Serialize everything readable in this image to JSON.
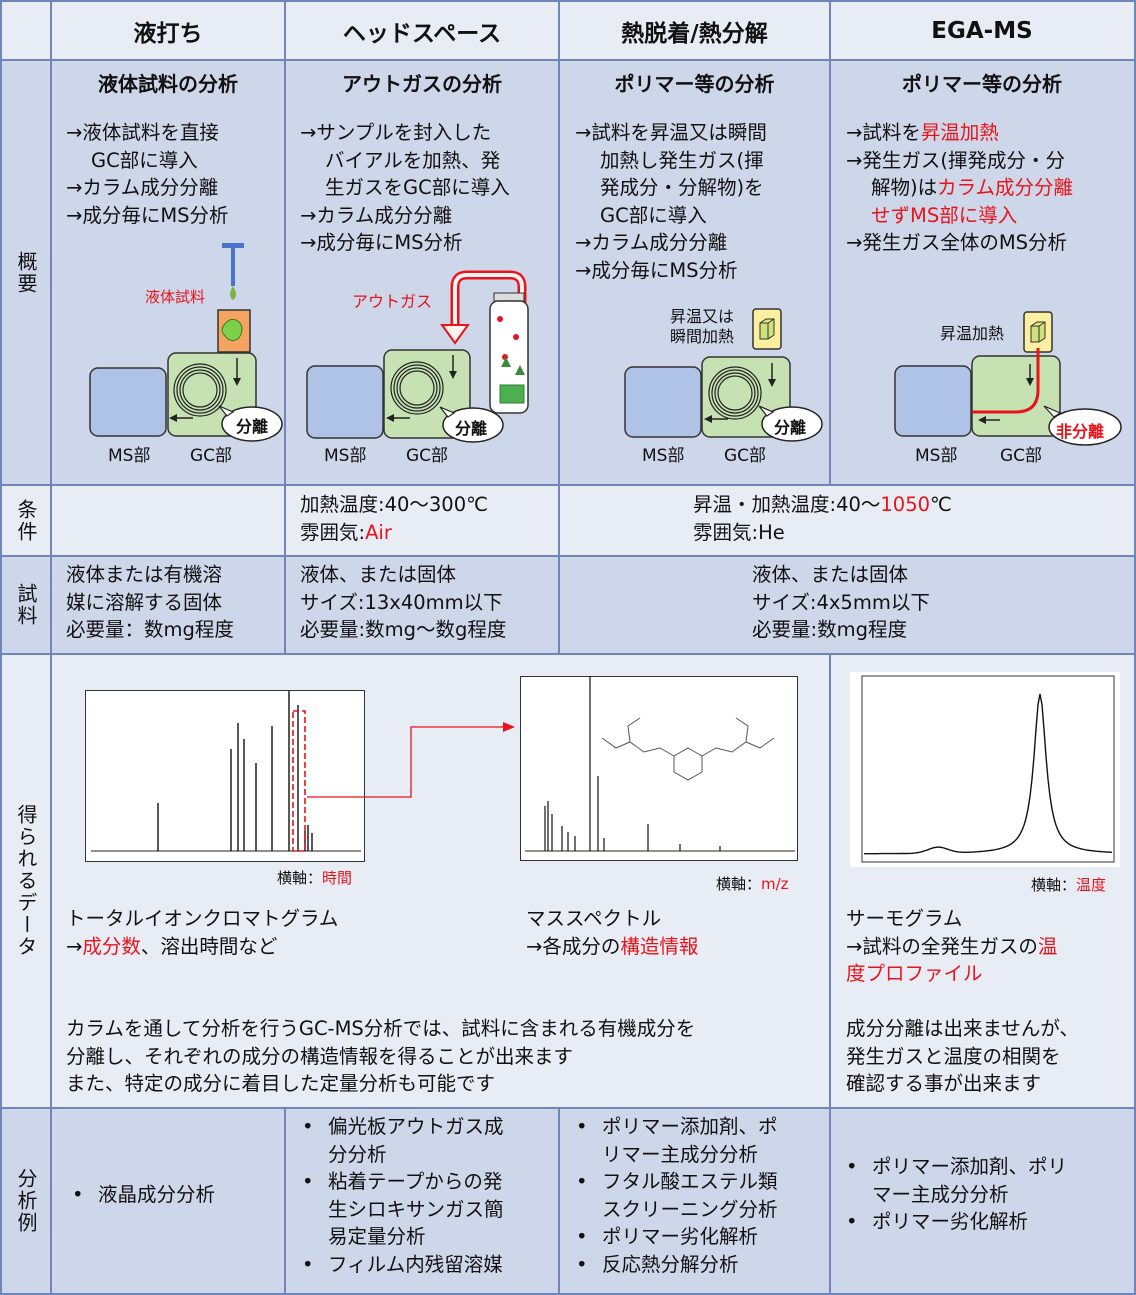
{
  "headers": [
    "液打ち",
    "ヘッドスペース",
    "熱脱着/熱分解",
    "EGA-MS"
  ],
  "row_labels": {
    "overview": "概要",
    "conditions": "条件",
    "sample": "試料",
    "data": "得られるデータ",
    "examples": "分析例"
  },
  "overview": {
    "liquid": {
      "title": "液体試料の分析",
      "line1": "→液体試料を直接",
      "line2": "GC部に導入",
      "line3": "→カラム成分分離",
      "line4": "→成分毎にMS分析",
      "sample_label": "液体試料",
      "bubble": "分離",
      "ms_label": "MS部",
      "gc_label": "GC部"
    },
    "headspace": {
      "title": "アウトガスの分析",
      "line1": "→サンプルを封入した",
      "line2": "バイアルを加熱、発",
      "line3": "生ガスをGC部に導入",
      "line4": "→カラム成分分離",
      "line5": "→成分毎にMS分析",
      "gas_label": "アウトガス",
      "bubble": "分離",
      "ms_label": "MS部",
      "gc_label": "GC部"
    },
    "thermal": {
      "title": "ポリマー等の分析",
      "line1": "→試料を昇温又は瞬間",
      "line2": "加熱し発生ガス(揮",
      "line3": "発成分・分解物)を",
      "line4": "GC部に導入",
      "line5": "→カラム成分分離",
      "line6": "→成分毎にMS分析",
      "heat_label1": "昇温又は",
      "heat_label2": "瞬間加熱",
      "bubble": "分離",
      "ms_label": "MS部",
      "gc_label": "GC部"
    },
    "ega": {
      "title": "ポリマー等の分析",
      "l1a": "→試料を",
      "l1b": "昇温加熱",
      "l2": "→発生ガス(揮発成分・分",
      "l3a": "解物)は",
      "l3b": "カラム成分分離",
      "l4": "せずMS部に導入",
      "l5": "→発生ガス全体のMS分析",
      "heat_label": "昇温加熱",
      "bubble": "非分離",
      "ms_label": "MS部",
      "gc_label": "GC部"
    }
  },
  "conditions": {
    "headspace": {
      "line1": "加熱温度:40～300℃",
      "line2a": "雰囲気:",
      "line2b": "Air"
    },
    "thermal_ega": {
      "line1a": "昇温・加熱温度:40～",
      "line1b": "1050",
      "line1c": "℃",
      "line2": "雰囲気:He"
    }
  },
  "sample": {
    "liquid": {
      "line1": "液体または有機溶",
      "line2": "媒に溶解する固体",
      "line3": "必要量：数mg程度"
    },
    "headspace": {
      "line1": "液体、または固体",
      "line2": "サイズ:13x40mm以下",
      "line3": "必要量:数mg～数g程度"
    },
    "thermal_ega": {
      "line1": "液体、または固体",
      "line2": "サイズ:4x5mm以下",
      "line3": "必要量:数mg程度"
    }
  },
  "data": {
    "tic": {
      "axis_a": "横軸：",
      "axis_b": "時間",
      "name": "トータルイオンクロマトグラム",
      "desc_a": "→",
      "desc_b": "成分数",
      "desc_c": "、溶出時間など"
    },
    "ms": {
      "axis_a": "横軸：",
      "axis_b": "m/z",
      "name": "マススペクトル",
      "desc_a": "→各成分の",
      "desc_b": "構造情報"
    },
    "thermo": {
      "axis_a": "横軸：",
      "axis_b": "温度",
      "name": "サーモグラム",
      "desc1": "→試料の全発生ガスの",
      "desc1b": "温",
      "desc2": "度プロファイル"
    },
    "gcms_note": {
      "line1": "カラムを通して分析を行うGC-MS分析では、試料に含まれる有機成分を",
      "line2": "分離し、それぞれの成分の構造情報を得ることが出来ます",
      "line3": "また、特定の成分に着目した定量分析も可能です"
    },
    "ega_note": {
      "line1": "成分分離は出来ませんが、",
      "line2": "発生ガスと温度の相関を",
      "line3": "確認する事が出来ます"
    }
  },
  "examples": {
    "liquid": [
      "液晶成分分析"
    ],
    "headspace": [
      [
        "偏光板アウトガス成",
        "分分析"
      ],
      [
        "粘着テープからの発",
        "生シロキサンガス簡",
        "易定量分析"
      ],
      [
        "フィルム内残留溶媒"
      ]
    ],
    "thermal": [
      [
        "ポリマー添加剤、ポ",
        "リマー主成分分析"
      ],
      [
        "フタル酸エステル類",
        "スクリーニング分析"
      ],
      [
        "ポリマー劣化解析"
      ],
      [
        "反応熱分解分析"
      ]
    ],
    "ega": [
      [
        "ポリマー添加剤、ポリ",
        "マー主成分分析"
      ],
      [
        "ポリマー劣化解析"
      ]
    ]
  },
  "colors": {
    "red": "#e8141a",
    "cell_dark": "#ced6ea",
    "cell_light": "#e8ecf5",
    "ms_box": "#afc3e6",
    "gc_box": "#c6e2b3",
    "border": "#6f86b8"
  }
}
